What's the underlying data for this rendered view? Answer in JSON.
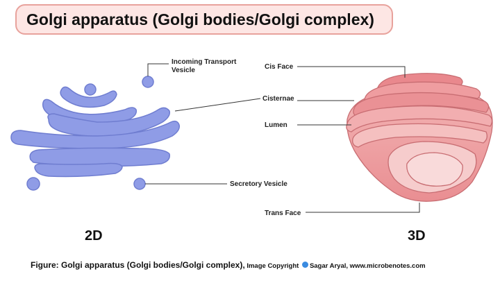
{
  "title": "Golgi apparatus (Golgi bodies/Golgi complex)",
  "labels_2d": {
    "incoming_line1": "Incoming Transport",
    "incoming_line2": "Vesicle",
    "cisternae": "Cisternae",
    "secretory": "Secretory Vesicle",
    "view": "2D"
  },
  "labels_3d": {
    "cis_face": "Cis Face",
    "lumen": "Lumen",
    "trans_face": "Trans Face",
    "view": "3D"
  },
  "caption": {
    "figure": "Figure: Golgi apparatus (Golgi bodies/Golgi complex),",
    "copyright": " Image Copyright ",
    "author": "Sagar Aryal, www.microbenotes.com"
  },
  "colors": {
    "cisternae_2d": "#8f9ce6",
    "cisternae_2d_stroke": "#6f7dd0",
    "golgi_3d_light": "#f6c8c8",
    "golgi_3d_mid": "#ef9f9f",
    "golgi_3d_dark": "#d96f74",
    "title_bg": "#fde6e4"
  }
}
